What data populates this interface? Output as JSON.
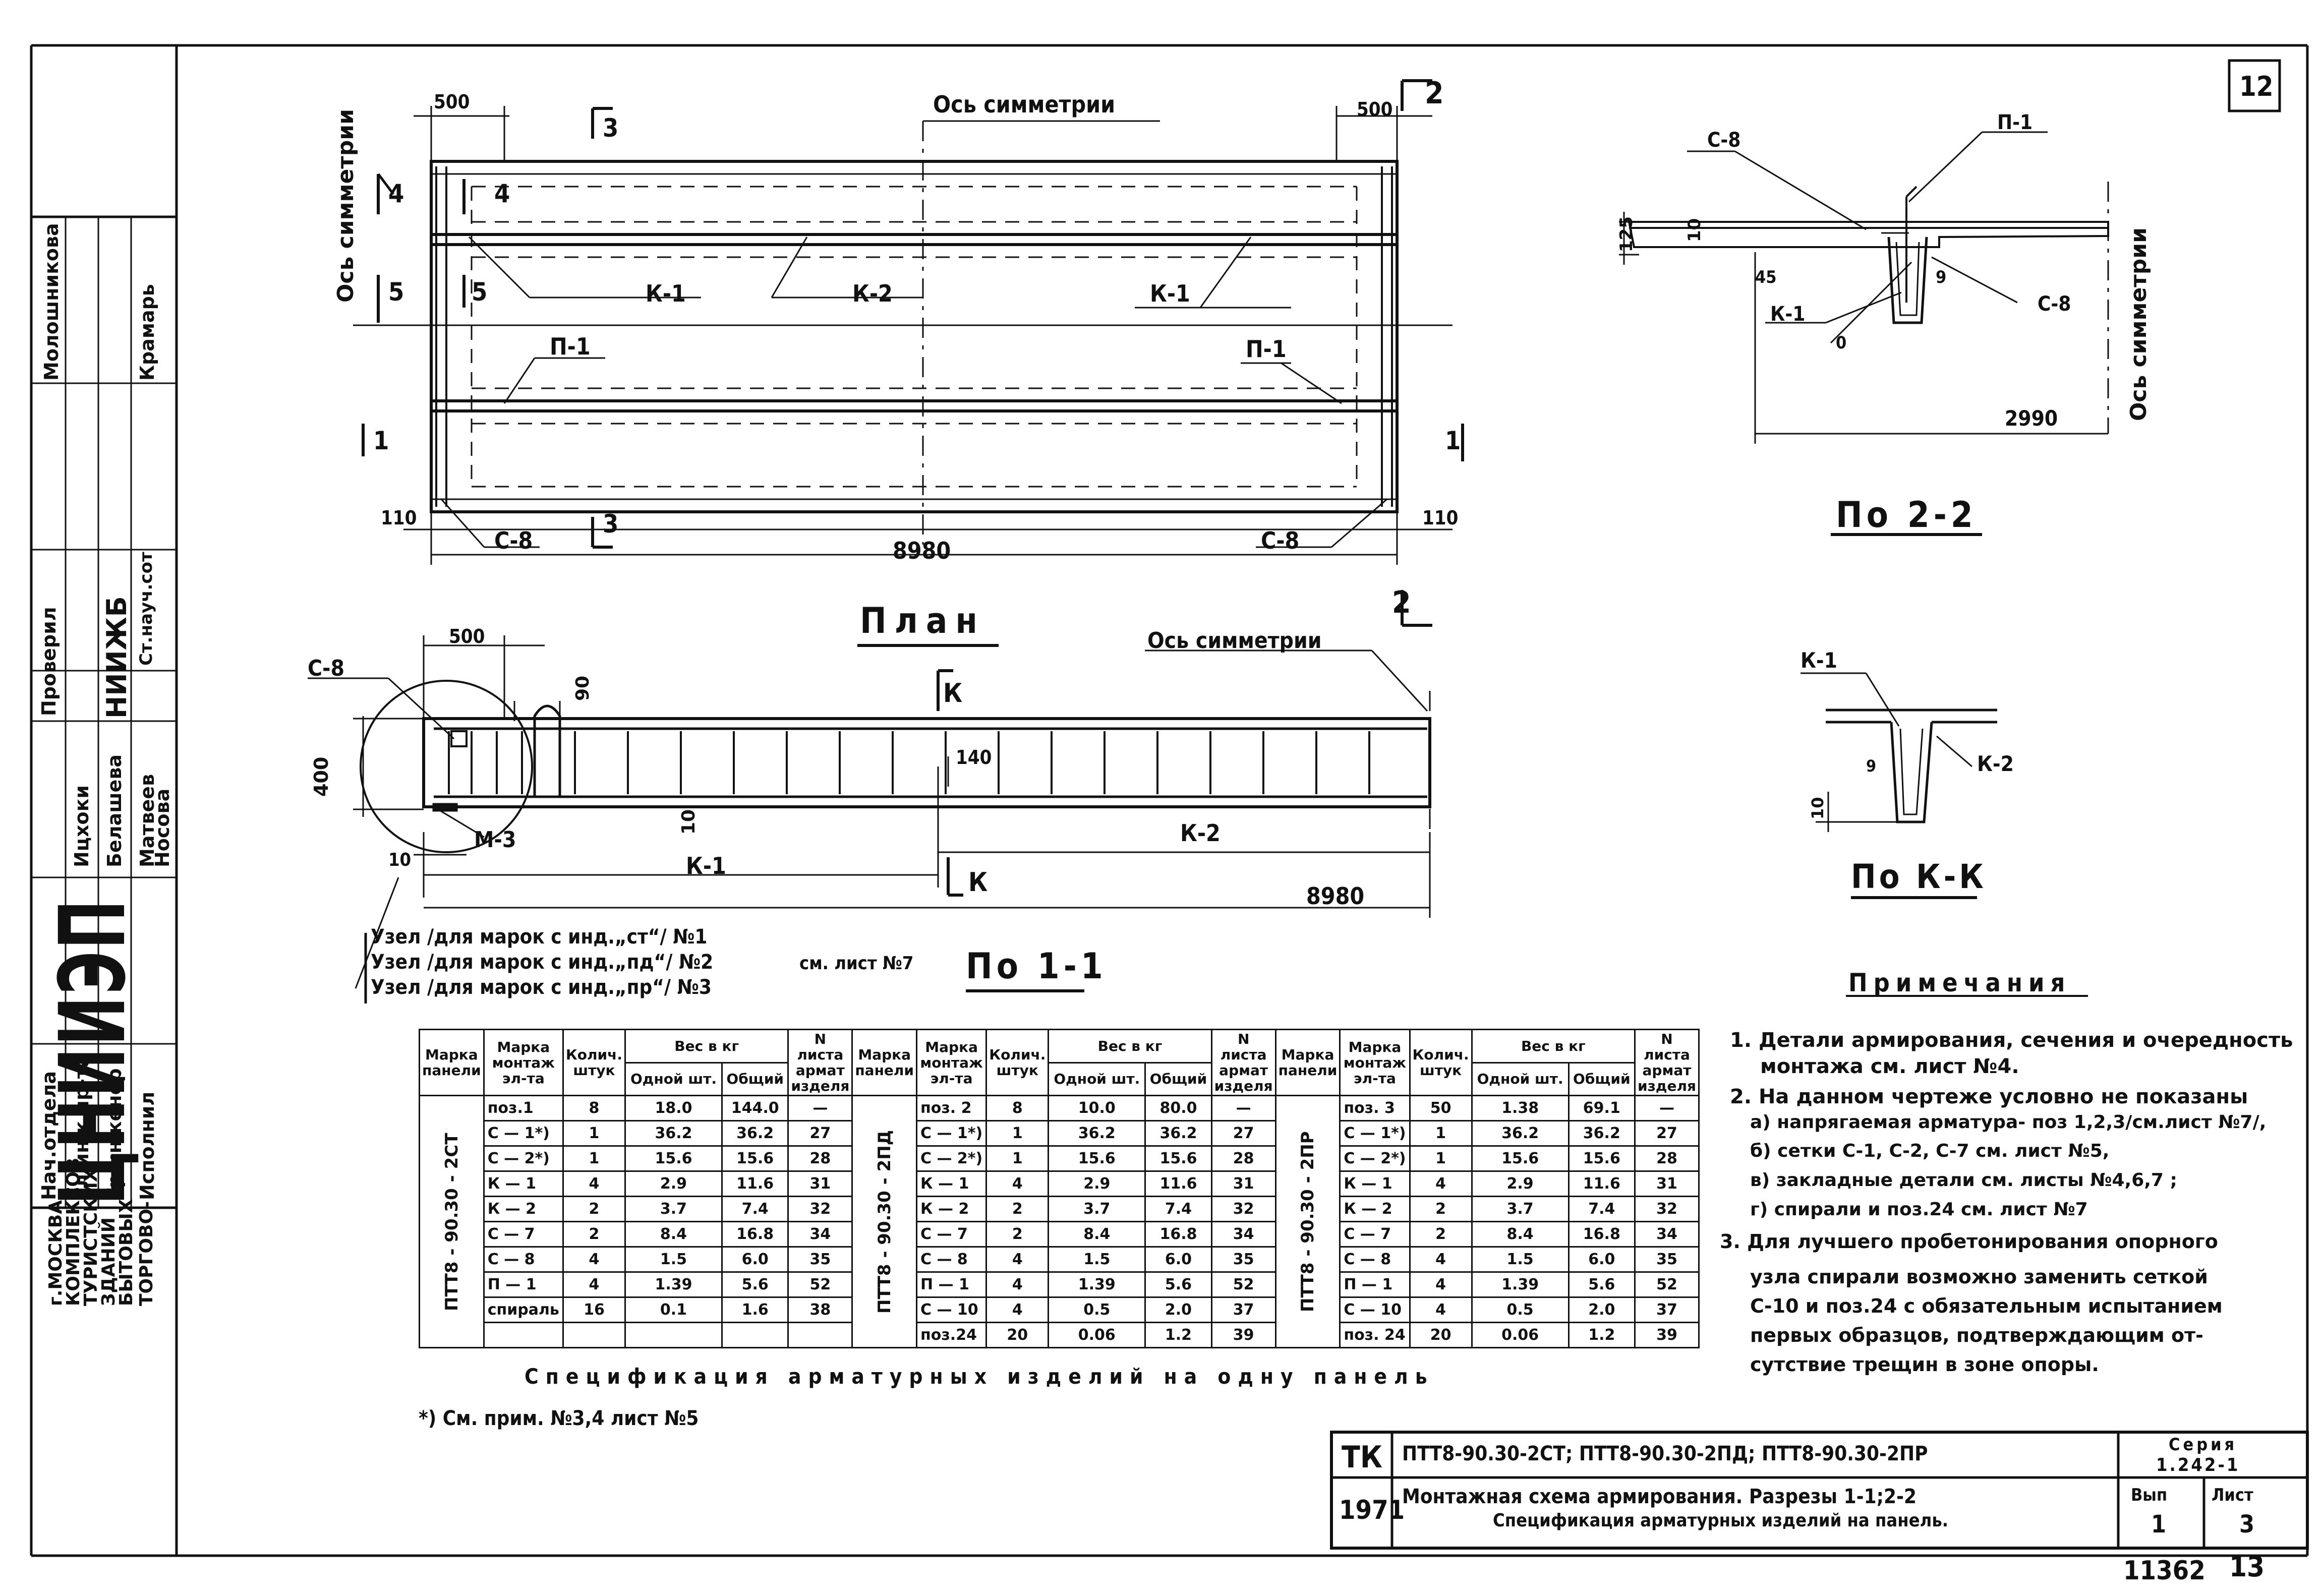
{
  "sheet_number": "12",
  "page_number_bottom": "13",
  "archive_number": "11362",
  "side_stamp": {
    "org_name": "ЦНИИЭП",
    "org_full": [
      "ТОРГОВО-",
      "БЫТОВЫХ",
      "ЗДАНИЙ",
      "ТУРИСТСКИХ",
      "КОМПЛЕКСОВ",
      "г.МОСКВА"
    ],
    "roles": [
      "Нач.отдела",
      "Гл.инж.пр-та",
      "Гр.инженер",
      "Исполнил"
    ],
    "names": [
      "Ицхоки",
      "Белашева",
      "Матвеев",
      "Носова"
    ],
    "org_code": "НИИЖБ",
    "check_label": "Проверил",
    "check_title": "Ст.науч.сот",
    "check_names": [
      "Молошникова",
      "Крамарь"
    ]
  },
  "plan": {
    "title": "План",
    "symmetry_axis": "Ось симметрии",
    "labels": [
      "К-1",
      "К-2",
      "К-1",
      "П-1",
      "П-1",
      "С-8",
      "С-8"
    ],
    "dims": [
      "500",
      "500",
      "110",
      "110",
      "8980"
    ],
    "sections": [
      "3",
      "3",
      "4",
      "4",
      "5",
      "5",
      "1",
      "1",
      "2",
      "2"
    ]
  },
  "section_11": {
    "title": "По 1-1",
    "symmetry_axis": "Ось симметрии",
    "labels": [
      "С-8",
      "М-3",
      "К-1",
      "К-2",
      "К",
      "К"
    ],
    "dims": [
      "500",
      "90",
      "400",
      "140",
      "10",
      "10",
      "8980"
    ],
    "node_notes": [
      "Узел /для марок с инд.„ст“/ №1",
      "Узел /для марок с инд.„пд“/ №2",
      "Узел /для марок с инд.„пр“/ №3"
    ],
    "node_ref": "см. лист №7"
  },
  "section_22": {
    "title": "По 2-2",
    "symmetry_axis": "Ось симметрии",
    "labels": [
      "С-8",
      "П-1",
      "К-1",
      "С-8"
    ],
    "dims": [
      "125",
      "10",
      "45",
      "9",
      "0",
      "2990"
    ]
  },
  "section_kk": {
    "title": "По К-К",
    "labels": [
      "К-1",
      "К-2"
    ],
    "dims": [
      "9",
      "10"
    ]
  },
  "notes": {
    "title": "Примечания",
    "lines": [
      "1. Детали армирования, сечения и очередность",
      "монтажа см. лист №4.",
      "2. На данном чертеже условно не показаны",
      "а) напрягаемая арматура- поз 1,2,3/см.лист №7/,",
      "б) сетки С-1, С-2, С-7 см. лист №5,",
      "в) закладные детали см. листы №4,6,7 ;",
      "г) спирали и поз.24 см. лист №7",
      "3. Для лучшего пробетонирования опорного",
      "узла спирали возможно заменить сеткой",
      "С-10 и поз.24 с обязательным испытанием",
      "первых образцов, подтверждающим от-",
      "сутствие трещин в зоне опоры."
    ]
  },
  "spec": {
    "headers": {
      "mark_panel": "Марка панели",
      "mark_elem": "Марка монтаж эл-та",
      "qty": "Колич. штук",
      "weight": "Вес в кг",
      "one": "Одной шт.",
      "total": "Общий",
      "sheet": "N листа армат изделя"
    },
    "groups": [
      {
        "panel": "ПТТ8 - 90.30 - 2СТ",
        "rows": [
          [
            "поз.1",
            "8",
            "18.0",
            "144.0",
            "—"
          ],
          [
            "С — 1*)",
            "1",
            "36.2",
            "36.2",
            "27"
          ],
          [
            "С — 2*)",
            "1",
            "15.6",
            "15.6",
            "28"
          ],
          [
            "К — 1",
            "4",
            "2.9",
            "11.6",
            "31"
          ],
          [
            "К — 2",
            "2",
            "3.7",
            "7.4",
            "32"
          ],
          [
            "С — 7",
            "2",
            "8.4",
            "16.8",
            "34"
          ],
          [
            "С — 8",
            "4",
            "1.5",
            "6.0",
            "35"
          ],
          [
            "П — 1",
            "4",
            "1.39",
            "5.6",
            "52"
          ],
          [
            "спираль",
            "16",
            "0.1",
            "1.6",
            "38"
          ]
        ]
      },
      {
        "panel": "ПТТ8 - 90.30 - 2ПД",
        "rows": [
          [
            "поз. 2",
            "8",
            "10.0",
            "80.0",
            "—"
          ],
          [
            "С — 1*)",
            "1",
            "36.2",
            "36.2",
            "27"
          ],
          [
            "С — 2*)",
            "1",
            "15.6",
            "15.6",
            "28"
          ],
          [
            "К — 1",
            "4",
            "2.9",
            "11.6",
            "31"
          ],
          [
            "К — 2",
            "2",
            "3.7",
            "7.4",
            "32"
          ],
          [
            "С — 7",
            "2",
            "8.4",
            "16.8",
            "34"
          ],
          [
            "С — 8",
            "4",
            "1.5",
            "6.0",
            "35"
          ],
          [
            "П — 1",
            "4",
            "1.39",
            "5.6",
            "52"
          ],
          [
            "С — 10",
            "4",
            "0.5",
            "2.0",
            "37"
          ],
          [
            "поз.24",
            "20",
            "0.06",
            "1.2",
            "39"
          ]
        ]
      },
      {
        "panel": "ПТТ8 - 90.30 - 2ПР",
        "rows": [
          [
            "поз. 3",
            "50",
            "1.38",
            "69.1",
            "—"
          ],
          [
            "С — 1*)",
            "1",
            "36.2",
            "36.2",
            "27"
          ],
          [
            "С — 2*)",
            "1",
            "15.6",
            "15.6",
            "28"
          ],
          [
            "К — 1",
            "4",
            "2.9",
            "11.6",
            "31"
          ],
          [
            "К — 2",
            "2",
            "3.7",
            "7.4",
            "32"
          ],
          [
            "С — 7",
            "2",
            "8.4",
            "16.8",
            "34"
          ],
          [
            "С — 8",
            "4",
            "1.5",
            "6.0",
            "35"
          ],
          [
            "П — 1",
            "4",
            "1.39",
            "5.6",
            "52"
          ],
          [
            "С — 10",
            "4",
            "0.5",
            "2.0",
            "37"
          ],
          [
            "поз. 24",
            "20",
            "0.06",
            "1.2",
            "39"
          ]
        ]
      }
    ],
    "caption": "Спецификация арматурных изделий на одну панель",
    "footnote": "*) См. прим. №3,4 лист №5"
  },
  "title_block": {
    "code": "ТК",
    "year": "1971",
    "marks": "ПТТ8-90.30-2СТ;  ПТТ8-90.30-2ПД;  ПТТ8-90.30-2ПР",
    "series_label": "Серия",
    "series": "1.242-1",
    "title_line1": "Монтажная схема армирования. Разрезы 1-1;2-2",
    "title_line2": "Спецификация арматурных изделий на панель.",
    "issue_label": "Вып",
    "issue": "1",
    "sheet_label": "Лист",
    "sheet": "3"
  }
}
